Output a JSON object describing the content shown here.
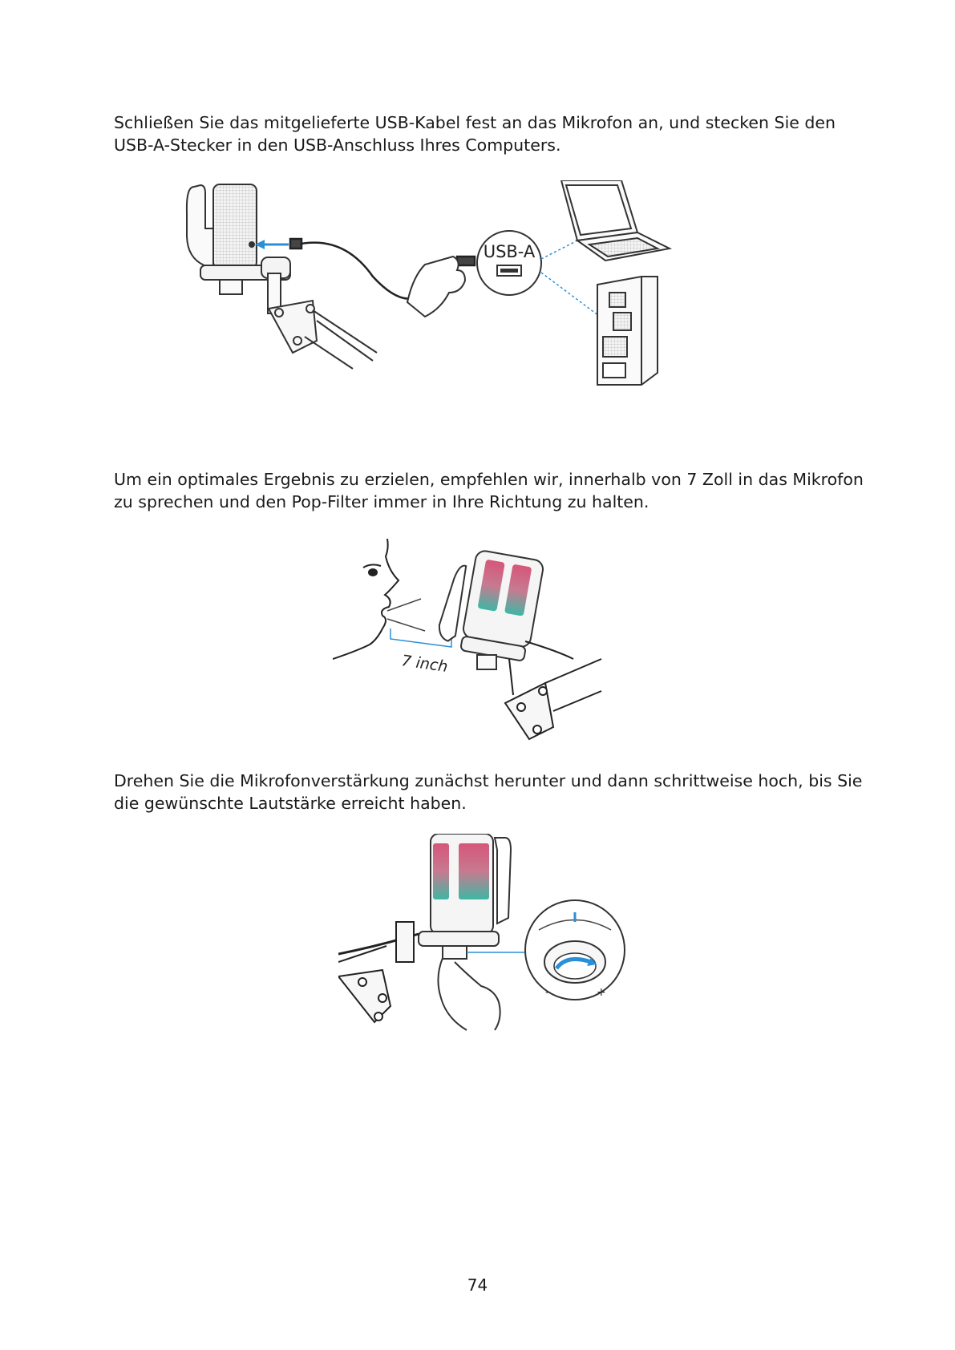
{
  "paragraphs": [
    "Schließen Sie das mitgelieferte USB-Kabel fest an das Mikrofon an, und stecken Sie den USB-A-Stecker in den USB-Anschluss Ihres Computers.",
    "Um ein optimales Ergebnis zu erzielen, empfehlen wir, innerhalb von 7 Zoll in das Mikrofon zu sprechen und den Pop-Filter immer in Ihre Richtung zu halten.",
    "Drehen Sie die Mikrofonverstärkung zunächst herunter und dann schrittweise hoch, bis Sie die gewünschte Lautstärke erreicht haben."
  ],
  "figures": {
    "usb_label": "USB-A",
    "distance_label": "7 inch",
    "gain_minus": "–",
    "gain_plus": "+"
  },
  "colors": {
    "accent_blue": "#2b8fd8",
    "rgb_pink": "#d6567a",
    "rgb_teal": "#3fb6a4"
  },
  "page_number": "74"
}
